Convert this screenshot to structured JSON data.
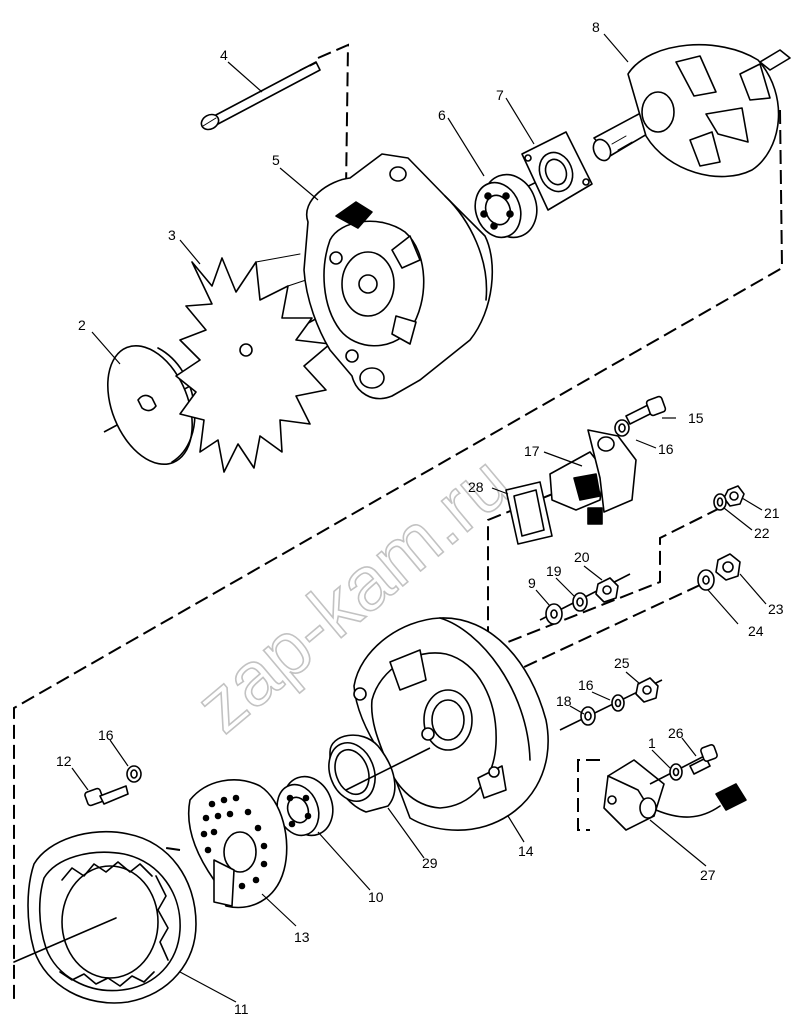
{
  "callouts": {
    "c1": "1",
    "c2": "2",
    "c3": "3",
    "c4": "4",
    "c5": "5",
    "c6": "6",
    "c7": "7",
    "c8": "8",
    "c9": "9",
    "c10": "10",
    "c11": "11",
    "c12": "12",
    "c13": "13",
    "c14": "14",
    "c15": "15",
    "c16a": "16",
    "c16b": "16",
    "c16c": "16",
    "c17": "17",
    "c18": "18",
    "c19": "19",
    "c20": "20",
    "c21": "21",
    "c22": "22",
    "c23": "23",
    "c24": "24",
    "c25": "25",
    "c26": "26",
    "c27": "27",
    "c28": "28",
    "c29": "29"
  },
  "watermark": "zap-kam.ru"
}
